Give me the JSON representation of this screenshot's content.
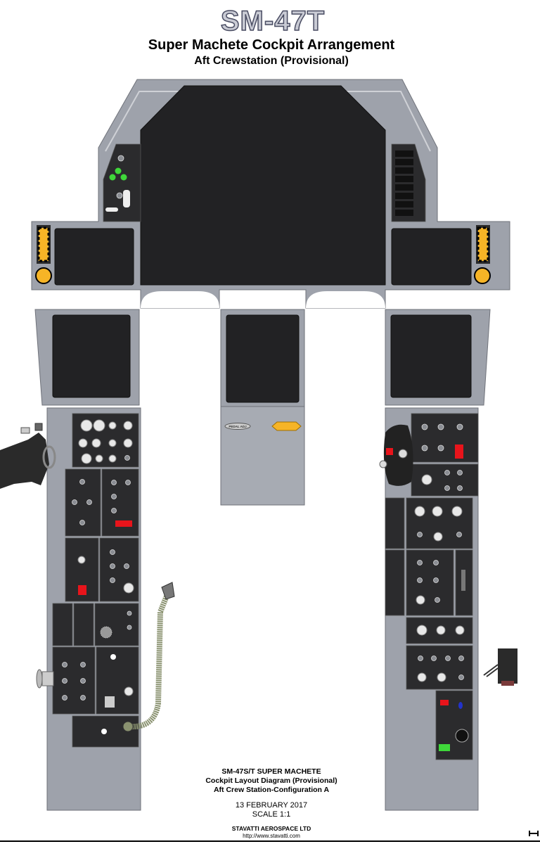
{
  "header": {
    "logo": "SM-47T",
    "title": "Super Machete Cockpit Arrangement",
    "subtitle": "Aft Crewstation (Provisional)"
  },
  "center_pedestal": {
    "pedal_adjust_label": "PEDAL ADJ"
  },
  "footer": {
    "line1": "SM-47S/T SUPER MACHETE",
    "line2": "Cockpit Layout Diagram (Provisional)",
    "line3": "Aft Crew Station-Configuration A",
    "date": "13 FEBRUARY 2017",
    "scale": "SCALE 1:1",
    "company": "STAVATTI AEROSPACE LTD",
    "url": "http://www.stavatti.com"
  },
  "colors": {
    "panel_gray": "#9ea2ab",
    "screen_black": "#222224",
    "warning_red": "#e8141b",
    "indicator_green": "#3fd83a",
    "handle_orange": "#f6b426",
    "hose_green": "#8a9270"
  }
}
